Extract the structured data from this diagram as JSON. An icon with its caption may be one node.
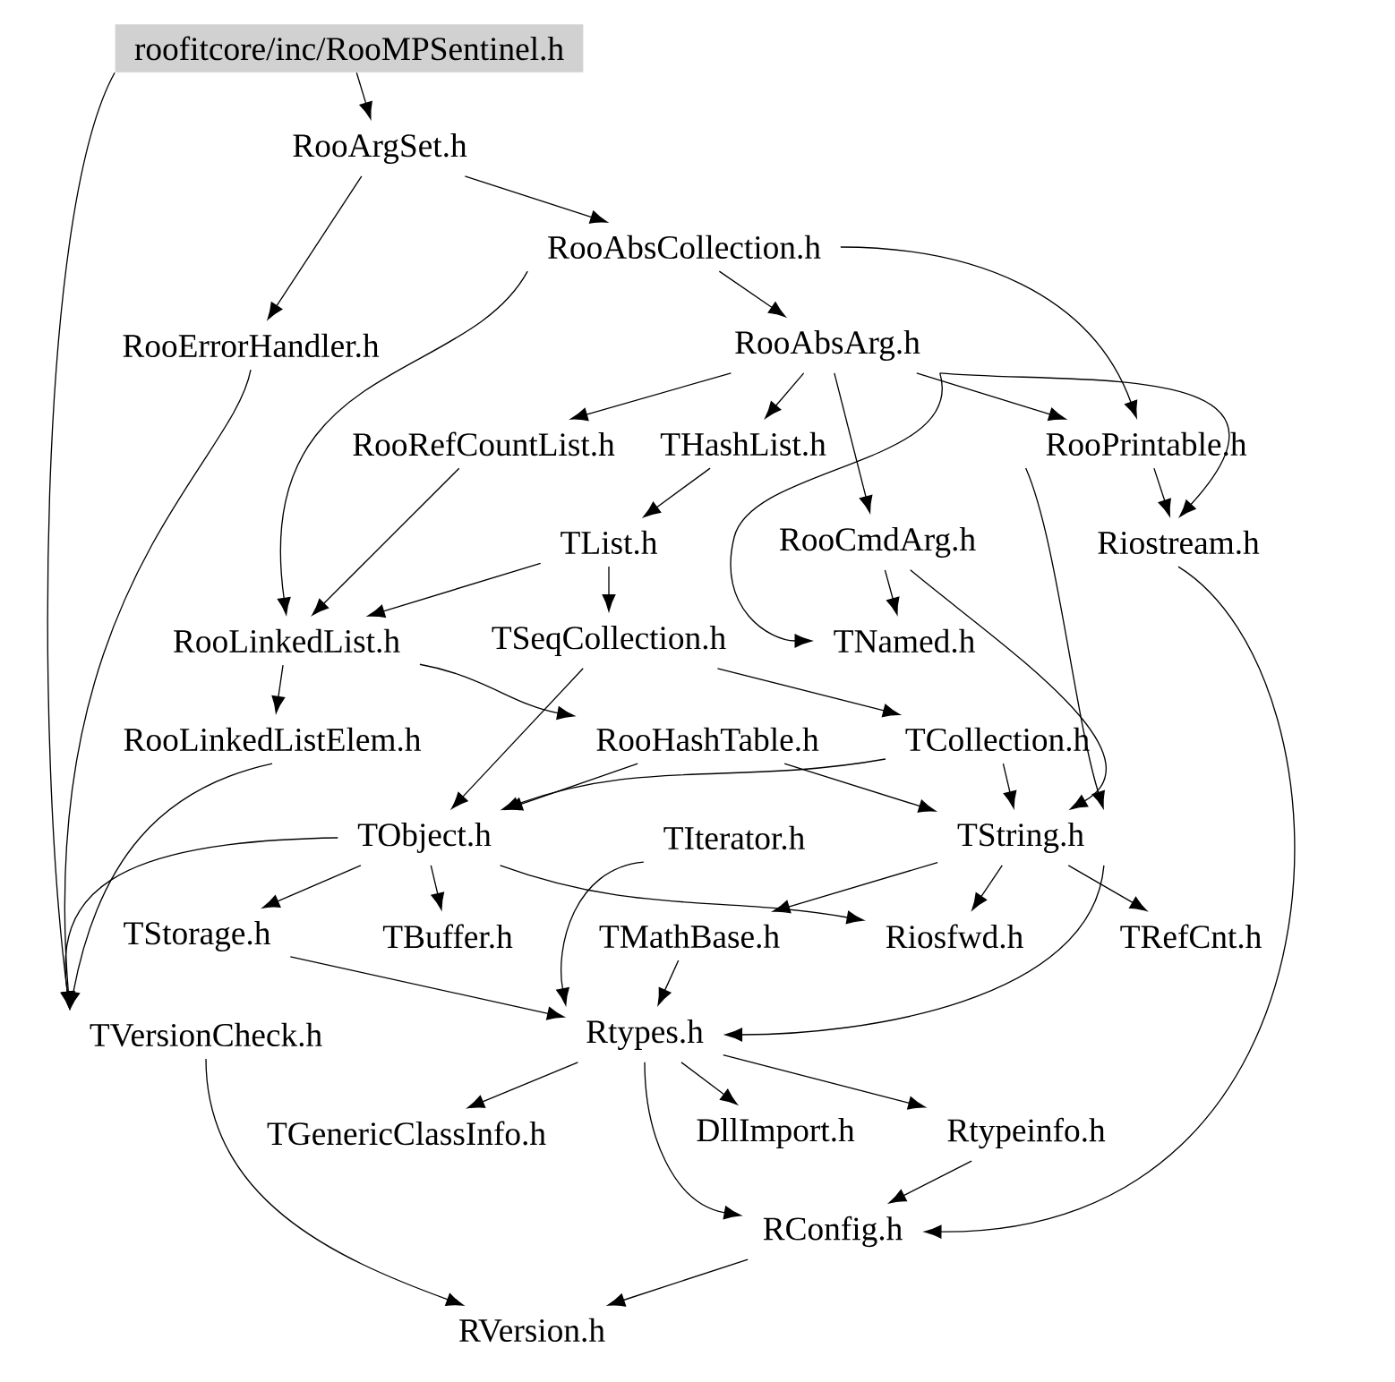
{
  "diagram": {
    "nodes": [
      {
        "text": [
          "roofitcore/inc/RooMPSentinel.h"
        ]
      },
      {
        "text": [
          "RooArgSet.h"
        ]
      },
      {
        "text": [
          "RooAbsCollection.h"
        ]
      },
      {
        "text": [
          "RooErrorHandler.h"
        ]
      },
      {
        "text": [
          "RooAbsArg.h"
        ]
      },
      {
        "text": [
          "RooRefCountList.h"
        ]
      },
      {
        "text": [
          "THashList.h"
        ]
      },
      {
        "text": [
          "RooPrintable.h"
        ]
      },
      {
        "text": [
          "TList.h"
        ]
      },
      {
        "text": [
          "RooCmdArg.h"
        ]
      },
      {
        "text": [
          "Riostream.h"
        ]
      },
      {
        "text": [
          "RooLinkedList.h"
        ]
      },
      {
        "text": [
          "TSeqCollection.h"
        ]
      },
      {
        "text": [
          "TNamed.h"
        ]
      },
      {
        "text": [
          "RooLinkedListElem.h"
        ]
      },
      {
        "text": [
          "RooHashTable.h"
        ]
      },
      {
        "text": [
          "TCollection.h"
        ]
      },
      {
        "text": [
          "TObject.h"
        ]
      },
      {
        "text": [
          "TIterator.h"
        ]
      },
      {
        "text": [
          "TString.h"
        ]
      },
      {
        "text": [
          "TStorage.h"
        ]
      },
      {
        "text": [
          "TBuffer.h"
        ]
      },
      {
        "text": [
          "TMathBase.h"
        ]
      },
      {
        "text": [
          "Riosfwd.h"
        ]
      },
      {
        "text": [
          "TRefCnt.h"
        ]
      },
      {
        "text": [
          "TVersionCheck.h"
        ]
      },
      {
        "text": [
          "Rtypes.h"
        ]
      },
      {
        "text": [
          "TGenericClassInfo.h"
        ]
      },
      {
        "text": [
          "DllImport.h"
        ]
      },
      {
        "text": [
          "Rtypeinfo.h"
        ]
      },
      {
        "text": [
          "RConfig.h"
        ]
      },
      {
        "text": [
          "RVersion.h"
        ]
      }
    ],
    "edges": [
      {
        "from": 0,
        "to": 1,
        "arrow": "to"
      },
      {
        "from": 0,
        "to": 25,
        "arrow": "to"
      },
      {
        "from": 1,
        "to": 3,
        "arrow": "to"
      },
      {
        "from": 1,
        "to": 2,
        "arrow": "to"
      },
      {
        "from": 2,
        "to": 4,
        "arrow": "to"
      },
      {
        "from": 2,
        "to": 11,
        "arrow": "to"
      },
      {
        "from": 2,
        "to": 7,
        "arrow": "to"
      },
      {
        "from": 4,
        "to": 5,
        "arrow": "to"
      },
      {
        "from": 4,
        "to": 6,
        "arrow": "to"
      },
      {
        "from": 4,
        "to": 7,
        "arrow": "to"
      },
      {
        "from": 4,
        "to": 10,
        "arrow": "to"
      },
      {
        "from": 4,
        "to": 9,
        "arrow": "to"
      },
      {
        "from": 4,
        "to": 13,
        "arrow": "to"
      },
      {
        "from": 3,
        "to": 25,
        "arrow": "to"
      },
      {
        "from": 5,
        "to": 11,
        "arrow": "to"
      },
      {
        "from": 6,
        "to": 8,
        "arrow": "to"
      },
      {
        "from": 8,
        "to": 11,
        "arrow": "to"
      },
      {
        "from": 8,
        "to": 12,
        "arrow": "to"
      },
      {
        "from": 9,
        "to": 13,
        "arrow": "to"
      },
      {
        "from": 9,
        "to": 19,
        "arrow": "to"
      },
      {
        "from": 7,
        "to": 10,
        "arrow": "to"
      },
      {
        "from": 7,
        "to": 19,
        "arrow": "to"
      },
      {
        "from": 10,
        "to": 30,
        "arrow": "to"
      },
      {
        "from": 11,
        "to": 14,
        "arrow": "to"
      },
      {
        "from": 11,
        "to": 15,
        "arrow": "to"
      },
      {
        "from": 12,
        "to": 16,
        "arrow": "to"
      },
      {
        "from": 12,
        "to": 17,
        "arrow": "to"
      },
      {
        "from": 14,
        "to": 25,
        "arrow": "to"
      },
      {
        "from": 15,
        "to": 17,
        "arrow": "to"
      },
      {
        "from": 15,
        "to": 19,
        "arrow": "to"
      },
      {
        "from": 16,
        "to": 17,
        "arrow": "to"
      },
      {
        "from": 16,
        "to": 19,
        "arrow": "to"
      },
      {
        "from": 17,
        "to": 20,
        "arrow": "to"
      },
      {
        "from": 17,
        "to": 21,
        "arrow": "to"
      },
      {
        "from": 17,
        "to": 25,
        "arrow": "to"
      },
      {
        "from": 17,
        "to": 23,
        "arrow": "to"
      },
      {
        "from": 18,
        "to": 26,
        "arrow": "to"
      },
      {
        "from": 19,
        "to": 22,
        "arrow": "to"
      },
      {
        "from": 19,
        "to": 23,
        "arrow": "to"
      },
      {
        "from": 19,
        "to": 24,
        "arrow": "to"
      },
      {
        "from": 19,
        "to": 26,
        "arrow": "to"
      },
      {
        "from": 20,
        "to": 26,
        "arrow": "to"
      },
      {
        "from": 22,
        "to": 26,
        "arrow": "to"
      },
      {
        "from": 26,
        "to": 27,
        "arrow": "to"
      },
      {
        "from": 26,
        "to": 28,
        "arrow": "to"
      },
      {
        "from": 26,
        "to": 29,
        "arrow": "to"
      },
      {
        "from": 26,
        "to": 30,
        "arrow": "to"
      },
      {
        "from": 29,
        "to": 30,
        "arrow": "to"
      },
      {
        "from": 25,
        "to": 31,
        "arrow": "to"
      },
      {
        "from": 30,
        "to": 31,
        "arrow": "to"
      }
    ]
  }
}
